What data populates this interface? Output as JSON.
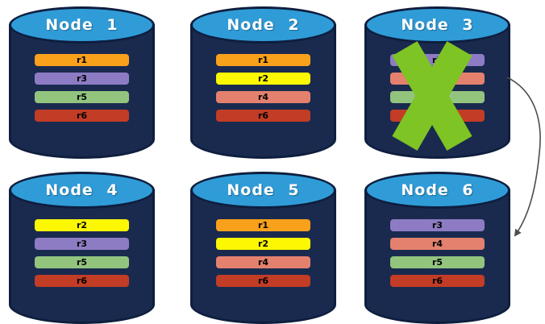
{
  "background": "#FFFFFF",
  "colors": {
    "cylinder_body": "#1A2A4F",
    "cylinder_border": "#0E1E3E",
    "cylinder_top": "#2F9CD8",
    "node_label_text": "#FFFFFF",
    "bar_text": "#000000",
    "failure_x": "#7DC424",
    "arrow": "#4D4D4D"
  },
  "replica_colors": {
    "r1": "#F9A11B",
    "r2": "#FCF703",
    "r3": "#8D7CC4",
    "r4": "#E4816E",
    "r5": "#93C47E",
    "r6": "#C23C26"
  },
  "nodes": [
    {
      "label": "Node 1",
      "replicas": [
        "r1",
        "r3",
        "r5",
        "r6"
      ],
      "failed": false
    },
    {
      "label": "Node 2",
      "replicas": [
        "r1",
        "r2",
        "r4",
        "r6"
      ],
      "failed": false
    },
    {
      "label": "Node 3",
      "replicas": [
        "r3",
        "r4",
        "r5",
        "r6"
      ],
      "failed": true
    },
    {
      "label": "Node 4",
      "replicas": [
        "r2",
        "r3",
        "r5",
        "r6"
      ],
      "failed": false
    },
    {
      "label": "Node 5",
      "replicas": [
        "r1",
        "r2",
        "r4",
        "r6"
      ],
      "failed": false
    },
    {
      "label": "Node 6",
      "replicas": [
        "r3",
        "r4",
        "r5",
        "r6"
      ],
      "failed": false
    }
  ],
  "failover_arrow": {
    "from_node": "Node 3",
    "to_node": "Node 6"
  }
}
